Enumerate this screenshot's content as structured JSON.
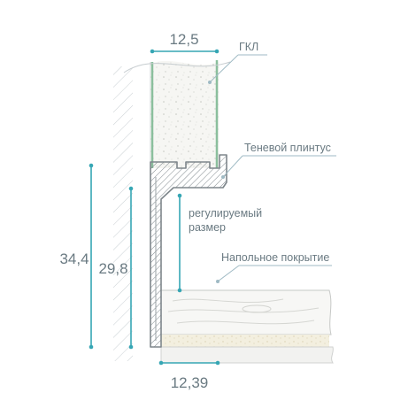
{
  "dimensions": {
    "top_width": "12,5",
    "bottom_width": "12,39",
    "total_height": "34,4",
    "adjustable_height": "29,8"
  },
  "labels": {
    "drywall": "ГКЛ",
    "shadow_baseboard": "Теневой плинтус",
    "adjustable_line1": "регулируемый",
    "adjustable_line2": "размер",
    "floor_covering": "Напольное покрытие"
  },
  "colors": {
    "dimension_lines": "#36a6b4",
    "callout_lines": "#9fbac4",
    "text": "#6a7a82",
    "profile": "#8f979c",
    "drywall_edge": "#8bbf9d"
  }
}
